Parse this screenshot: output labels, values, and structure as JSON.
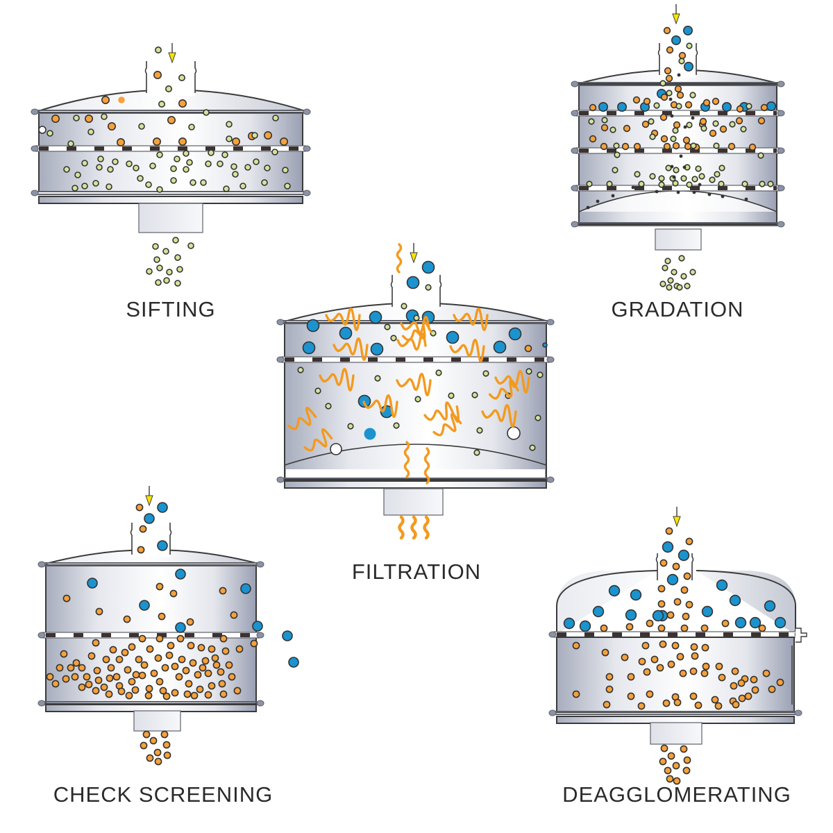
{
  "diagram": {
    "labels": {
      "sifting": "SIFTING",
      "gradation": "GRADATION",
      "filtration": "FILTRATION",
      "check_screening": "CHECK SCREENING",
      "deagglomerating": "DEAGGLOMERATING"
    },
    "colors": {
      "orange_particle": "#f7a13a",
      "green_particle": "#d4e39a",
      "blue_particle": "#1b93cf",
      "dark_particle": "#333333",
      "fiber": "#f39a1e",
      "arrow": "#f5e500",
      "outline": "#3a3a3a",
      "mesh": "#3b3232",
      "shell_dark": "#a9aebf",
      "shell_light": "#ffffff"
    },
    "machines": [
      {
        "id": "sifting",
        "name": "sifting-machine",
        "decks": 2,
        "mesh_count": 1
      },
      {
        "id": "gradation",
        "name": "gradation-machine",
        "decks": 3,
        "mesh_count": 3
      },
      {
        "id": "filtration",
        "name": "filtration-machine",
        "decks": 2,
        "mesh_count": 1
      },
      {
        "id": "check_screening",
        "name": "check-screening-machine",
        "decks": 2,
        "mesh_count": 1
      },
      {
        "id": "deagglomerating",
        "name": "deagglomerating-machine",
        "decks": 2,
        "mesh_count": 1
      }
    ]
  }
}
